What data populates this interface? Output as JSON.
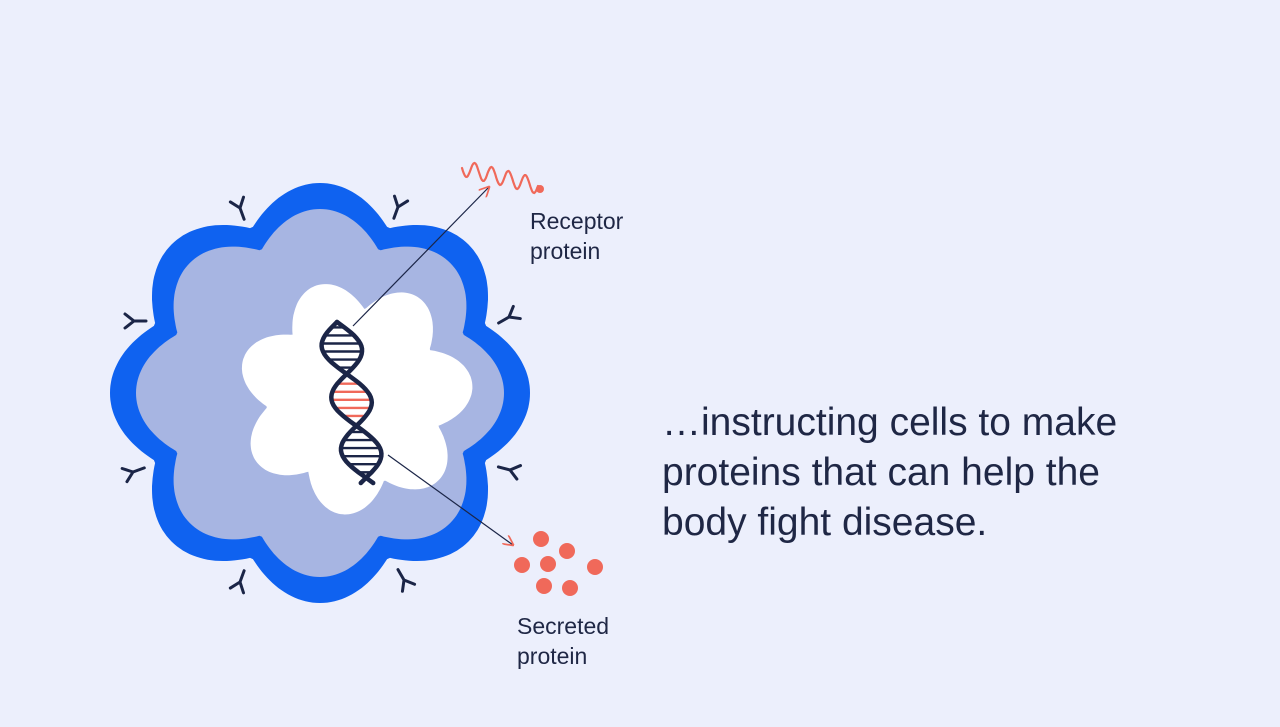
{
  "labels": {
    "receptor": [
      "Receptor",
      "protein"
    ],
    "secreted": [
      "Secreted",
      "protein"
    ]
  },
  "caption": [
    "…instructing cells to make",
    "proteins that can help the",
    "body fight disease."
  ],
  "colors": {
    "background": "#ECEFFC",
    "cell_membrane": "#0F62F0",
    "cytoplasm": "#A7B5E2",
    "nucleus": "#FFFFFF",
    "dna_strand": "#1B2547",
    "gene_highlight": "#F0695A",
    "protein": "#F0695A",
    "text": "#1F2745"
  },
  "icons": [
    "cell-icon",
    "dna-helix-icon",
    "receptor-protein-icon",
    "secreted-protein-icon",
    "antibody-receptor-icon",
    "arrow-icon"
  ]
}
